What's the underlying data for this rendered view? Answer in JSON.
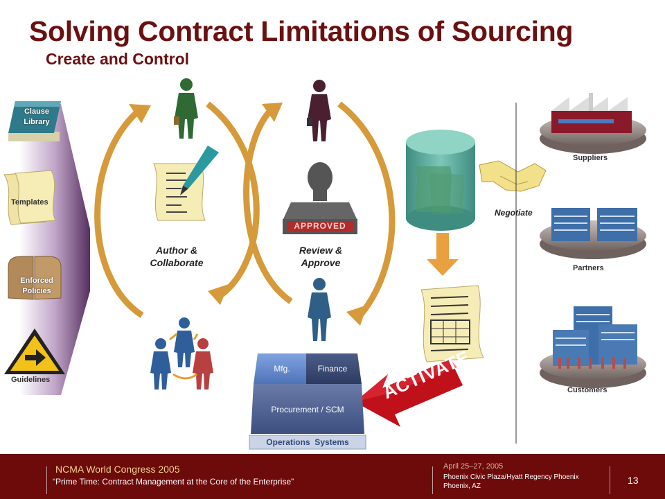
{
  "slide": {
    "title": "Solving Contract Limitations of Sourcing",
    "subtitle": "Create and Control"
  },
  "sidebar": {
    "clause_library": "Clause Library",
    "templates": "Templates",
    "enforced_policies": "Enforced Policies",
    "guidelines": "Guidelines"
  },
  "stamp_text": "APPROVED",
  "phases": {
    "author": "Author & Collaborate",
    "review": "Review & Approve"
  },
  "negotiate": "Negotiate",
  "parties": {
    "suppliers": "Suppliers",
    "partners": "Partners",
    "customers": "Customers"
  },
  "systems": {
    "mfg": "Mfg.",
    "finance": "Finance",
    "procurement": "Procurement / SCM",
    "operations": "Operations  Systems"
  },
  "activate": "ACTIVATE",
  "footer": {
    "event": "NCMA World Congress 2005",
    "tagline": "“Prime Time: Contract Management at the Core of the Enterprise”",
    "dates": "April 25–27, 2005",
    "venue_line1": "Phoenix Civic Plaza/Hyatt Regency Phoenix",
    "venue_line2": "Phoenix, AZ",
    "page_number": "13"
  },
  "colors": {
    "title": "#6b1010",
    "footer_bg": "#6d0a0a",
    "arrow": "#d69a3a",
    "database": "#5aa79a",
    "activate": "#c0101a"
  }
}
